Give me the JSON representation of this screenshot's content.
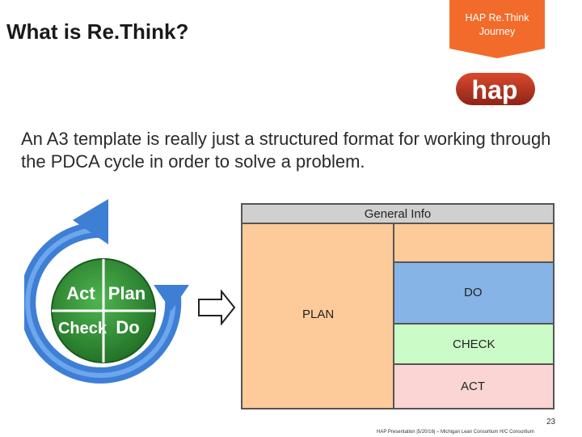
{
  "slide": {
    "title": "What is Re.Think?",
    "banner_line1": "HAP Re.Think",
    "banner_line2": "Journey",
    "body": "An A3 template is really just a structured format for working through the PDCA cycle in order to solve a problem.",
    "page_number": "23",
    "footer": "HAP Presentation |5/20/16| – Michigan Lean Consortium H/C Consortium"
  },
  "logo": {
    "text": "hap"
  },
  "cycle": {
    "act": "Act",
    "plan": "Plan",
    "check": "Check",
    "do": "Do"
  },
  "a3": {
    "general_info": "General Info",
    "plan": "PLAN",
    "do": "DO",
    "check": "CHECK",
    "act": "ACT"
  },
  "colors": {
    "banner": "#f26b2a",
    "logo_red": "#b5311f",
    "cycle_blue": "#3e7fd6",
    "cycle_green": "#2e8b35",
    "plan_fill": "#fccb99",
    "do_fill": "#87b4e6",
    "check_fill": "#cbfbc7",
    "act_fill": "#fbd4d4",
    "general_info_fill": "#d0d0d0"
  },
  "icons": [
    "arrow-right-icon",
    "pdca-cycle-icon",
    "hap-logo"
  ]
}
